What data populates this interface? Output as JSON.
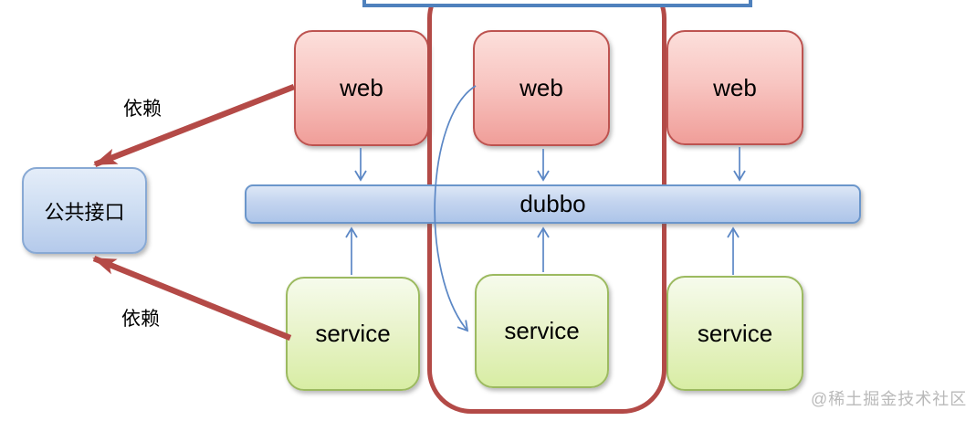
{
  "diagram": {
    "nodes": {
      "public_interface": {
        "label": "公共接口"
      },
      "web_nodes": [
        {
          "label": "web"
        },
        {
          "label": "web"
        },
        {
          "label": "web"
        }
      ],
      "service_nodes": [
        {
          "label": "service"
        },
        {
          "label": "service"
        },
        {
          "label": "service"
        }
      ],
      "bus": {
        "label": "dubbo"
      }
    },
    "edges": {
      "dependency_label_1": "依赖",
      "dependency_label_2": "依赖"
    },
    "watermark": "@稀土掘金技术社区",
    "colors": {
      "web_fill_top": "#fcdfdb",
      "web_fill_bottom": "#f09e99",
      "web_border": "#bd5350",
      "service_fill_top": "#f6fbec",
      "service_fill_bottom": "#d8eda4",
      "service_border": "#9cba60",
      "bus_fill_top": "#dde7f6",
      "bus_fill_bottom": "#adc5e9",
      "bus_border": "#6b96cb",
      "public_interface_border": "#88a9d4",
      "dependency_arrow": "#b44a47",
      "group_outline": "#b34a47",
      "thin_arrow": "#5b87c5",
      "top_bar_border": "#4f81bd",
      "watermark_color": "#b9b9b9"
    }
  }
}
